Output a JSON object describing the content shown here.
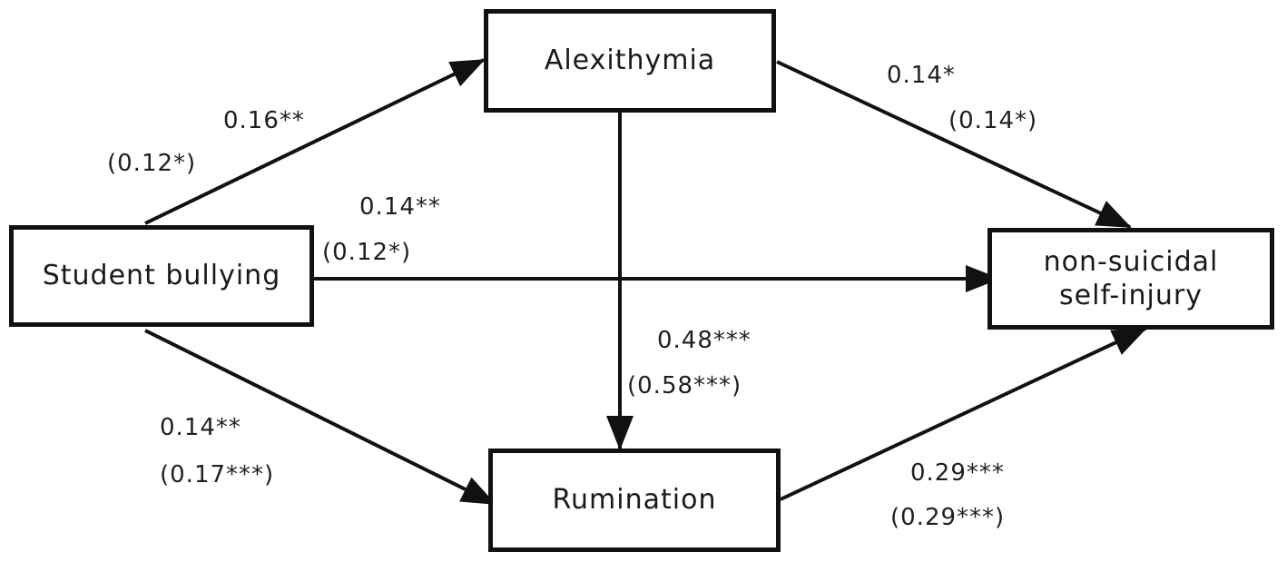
{
  "nodes": {
    "student_bullying": "Student bullying",
    "alexithymia": "Alexithymia",
    "rumination": "Rumination",
    "nssi": "non-suicidal\nself-injury"
  },
  "paths": {
    "bullying_to_alexithymia": {
      "coef": "0.16**",
      "coef_paren": "(0.12*)"
    },
    "bullying_to_nssi": {
      "coef": "0.14**",
      "coef_paren": "(0.12*)"
    },
    "bullying_to_rumination": {
      "coef": "0.14**",
      "coef_paren": "(0.17***)"
    },
    "alexithymia_to_nssi": {
      "coef": "0.14*",
      "coef_paren": "(0.14*)"
    },
    "alexithymia_to_rumination": {
      "coef": "0.48***",
      "coef_paren": "(0.58***)"
    },
    "rumination_to_nssi": {
      "coef": "0.29***",
      "coef_paren": "(0.29***)"
    }
  },
  "colors": {
    "stroke": "#111111",
    "text": "#1f1f1f"
  }
}
